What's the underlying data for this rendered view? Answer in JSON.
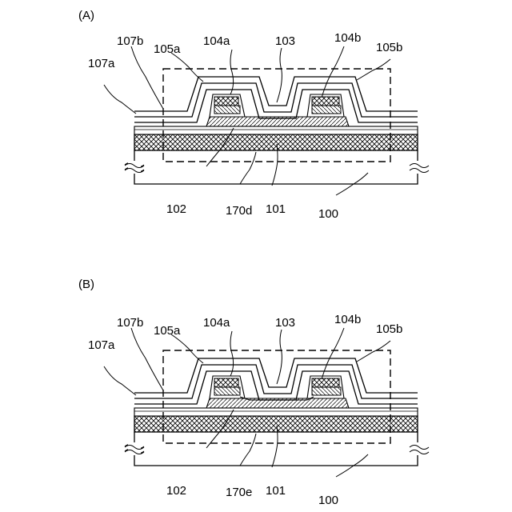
{
  "panels": [
    {
      "id": "A",
      "panel_label": "(A)",
      "labels": {
        "l107b": "107b",
        "l105a": "105a",
        "l104a": "104a",
        "l103": "103",
        "l104b": "104b",
        "l105b": "105b",
        "l107a": "107a",
        "l102": "102",
        "l170": "170d",
        "l101": "101",
        "l100": "100"
      }
    },
    {
      "id": "B",
      "panel_label": "(B)",
      "labels": {
        "l107b": "107b",
        "l105a": "105a",
        "l104a": "104a",
        "l103": "103",
        "l104b": "104b",
        "l105b": "105b",
        "l107a": "107a",
        "l102": "102",
        "l170": "170e",
        "l101": "101",
        "l100": "100"
      }
    }
  ]
}
